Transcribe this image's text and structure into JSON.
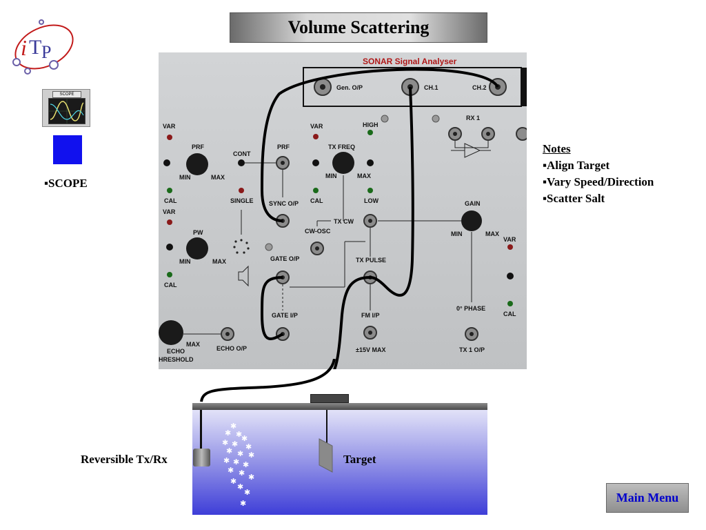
{
  "slide": {
    "title": "Volume Scattering",
    "logo_text": "iTP",
    "scope_link": "▪SCOPE",
    "scope_icon_caption": "SCOPE"
  },
  "notes": {
    "heading": "Notes",
    "items": [
      "▪Align Target",
      "▪Vary Speed/Direction",
      "▪Scatter Salt"
    ]
  },
  "panel": {
    "title": "SONAR Signal Analyser",
    "labels": {
      "gen_op": "Gen. O/P",
      "ch1": "CH.1",
      "ch2": "CH.2",
      "var": "VAR",
      "prf": "PRF",
      "cont": "CONT",
      "single": "SINGLE",
      "cal": "CAL",
      "pw": "PW",
      "min": "MIN",
      "max": "MAX",
      "high": "HIGH",
      "tx_freq": "TX FREQ",
      "low": "LOW",
      "sync_op": "SYNC O/P",
      "tx_cw": "TX CW",
      "cw_osc": "CW-OSC",
      "gate_op": "GATE O/P",
      "tx_pulse": "TX PULSE",
      "gate_ip": "GATE I/P",
      "fm_ip": "FM I/P",
      "echo": "ECHO",
      "threshold": "HRESHOLD",
      "echo_op": "ECHO O/P",
      "v15_max": "±15V MAX",
      "rx1": "RX 1",
      "gain": "GAIN",
      "phase": "0° PHASE",
      "tx1_op": "TX 1 O/P"
    }
  },
  "tank": {
    "transducer_label": "Reversible Tx/Rx",
    "target_label": "Target"
  },
  "nav": {
    "main_menu": "Main Menu"
  },
  "colors": {
    "title_bar": "#d8d8d8",
    "scope_button_blue": "#1111ee",
    "main_menu_text": "#0000cc",
    "water_top": "#e2e2f8",
    "water_bottom": "#3e3ed8",
    "panel_title": "#b01818"
  }
}
